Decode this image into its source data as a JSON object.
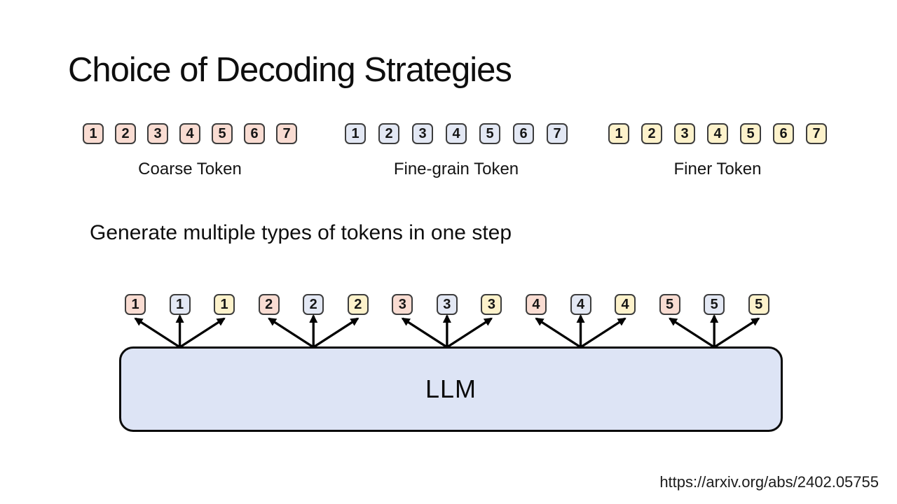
{
  "slide": {
    "title": "Choice of Decoding Strategies",
    "subtitle": "Generate multiple types of tokens in one step",
    "llm_label": "LLM",
    "footer_url": "https://arxiv.org/abs/2402.05755"
  },
  "token_rows": [
    {
      "label": "Coarse Token",
      "style": "coarse",
      "tokens": [
        "1",
        "2",
        "3",
        "4",
        "5",
        "6",
        "7"
      ]
    },
    {
      "label": "Fine-grain Token",
      "style": "fine",
      "tokens": [
        "1",
        "2",
        "3",
        "4",
        "5",
        "6",
        "7"
      ]
    },
    {
      "label": "Finer Token",
      "style": "finer",
      "tokens": [
        "1",
        "2",
        "3",
        "4",
        "5",
        "6",
        "7"
      ]
    }
  ],
  "output_groups": [
    {
      "tokens": [
        {
          "value": "1",
          "style": "coarse"
        },
        {
          "value": "1",
          "style": "fine"
        },
        {
          "value": "1",
          "style": "finer"
        }
      ]
    },
    {
      "tokens": [
        {
          "value": "2",
          "style": "coarse"
        },
        {
          "value": "2",
          "style": "fine"
        },
        {
          "value": "2",
          "style": "finer"
        }
      ]
    },
    {
      "tokens": [
        {
          "value": "3",
          "style": "coarse"
        },
        {
          "value": "3",
          "style": "fine"
        },
        {
          "value": "3",
          "style": "finer"
        }
      ]
    },
    {
      "tokens": [
        {
          "value": "4",
          "style": "coarse"
        },
        {
          "value": "4",
          "style": "fine"
        },
        {
          "value": "4",
          "style": "finer"
        }
      ]
    },
    {
      "tokens": [
        {
          "value": "5",
          "style": "coarse"
        },
        {
          "value": "5",
          "style": "fine"
        },
        {
          "value": "5",
          "style": "finer"
        }
      ]
    }
  ],
  "colors": {
    "coarse_fill": "#f9dcd2",
    "fine_fill": "#e3e8f4",
    "finer_fill": "#fdf2cb",
    "token_border": "#3d3d3d",
    "llm_fill": "#dde4f5",
    "llm_border": "#0b0b0b",
    "arrow": "#000000"
  }
}
